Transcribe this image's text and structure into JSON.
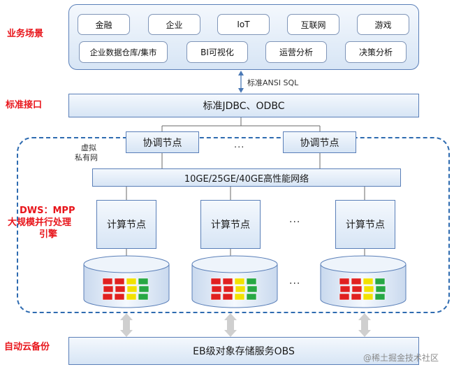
{
  "left_labels": {
    "business": "业务场景",
    "interface": "标准接口",
    "dws_line1": "DWS：MPP",
    "dws_line2": "大规模并行处理",
    "dws_line3": "引擎",
    "backup": "自动云备份"
  },
  "scenarios_row1": [
    "金融",
    "企业",
    "IoT",
    "互联网",
    "游戏"
  ],
  "scenarios_row2": [
    "企业数据仓库/集市",
    "BI可视化",
    "运营分析",
    "决策分析"
  ],
  "sql_label": "标准ANSI SQL",
  "jdbc_label": "标准JDBC、ODBC",
  "coord_node_label": "协调节点",
  "coord_ellipsis": "...",
  "vpc_line1": "虚拟",
  "vpc_line2": "私有网",
  "network_label": "10GE/25GE/40GE高性能网络",
  "compute_node_label": "计算节点",
  "compute_ellipsis": "···",
  "storage_ellipsis": "···",
  "obs_label": "EB级对象存储服务OBS",
  "watermark": "@稀土掘金技术社区",
  "colors": {
    "accent_red": "#e8141a",
    "frame_blue": "#5a7fb8",
    "dashed_blue": "#2e6bb0",
    "cell_red": "#e02020",
    "cell_yellow": "#f2e100",
    "cell_green": "#27a844"
  }
}
